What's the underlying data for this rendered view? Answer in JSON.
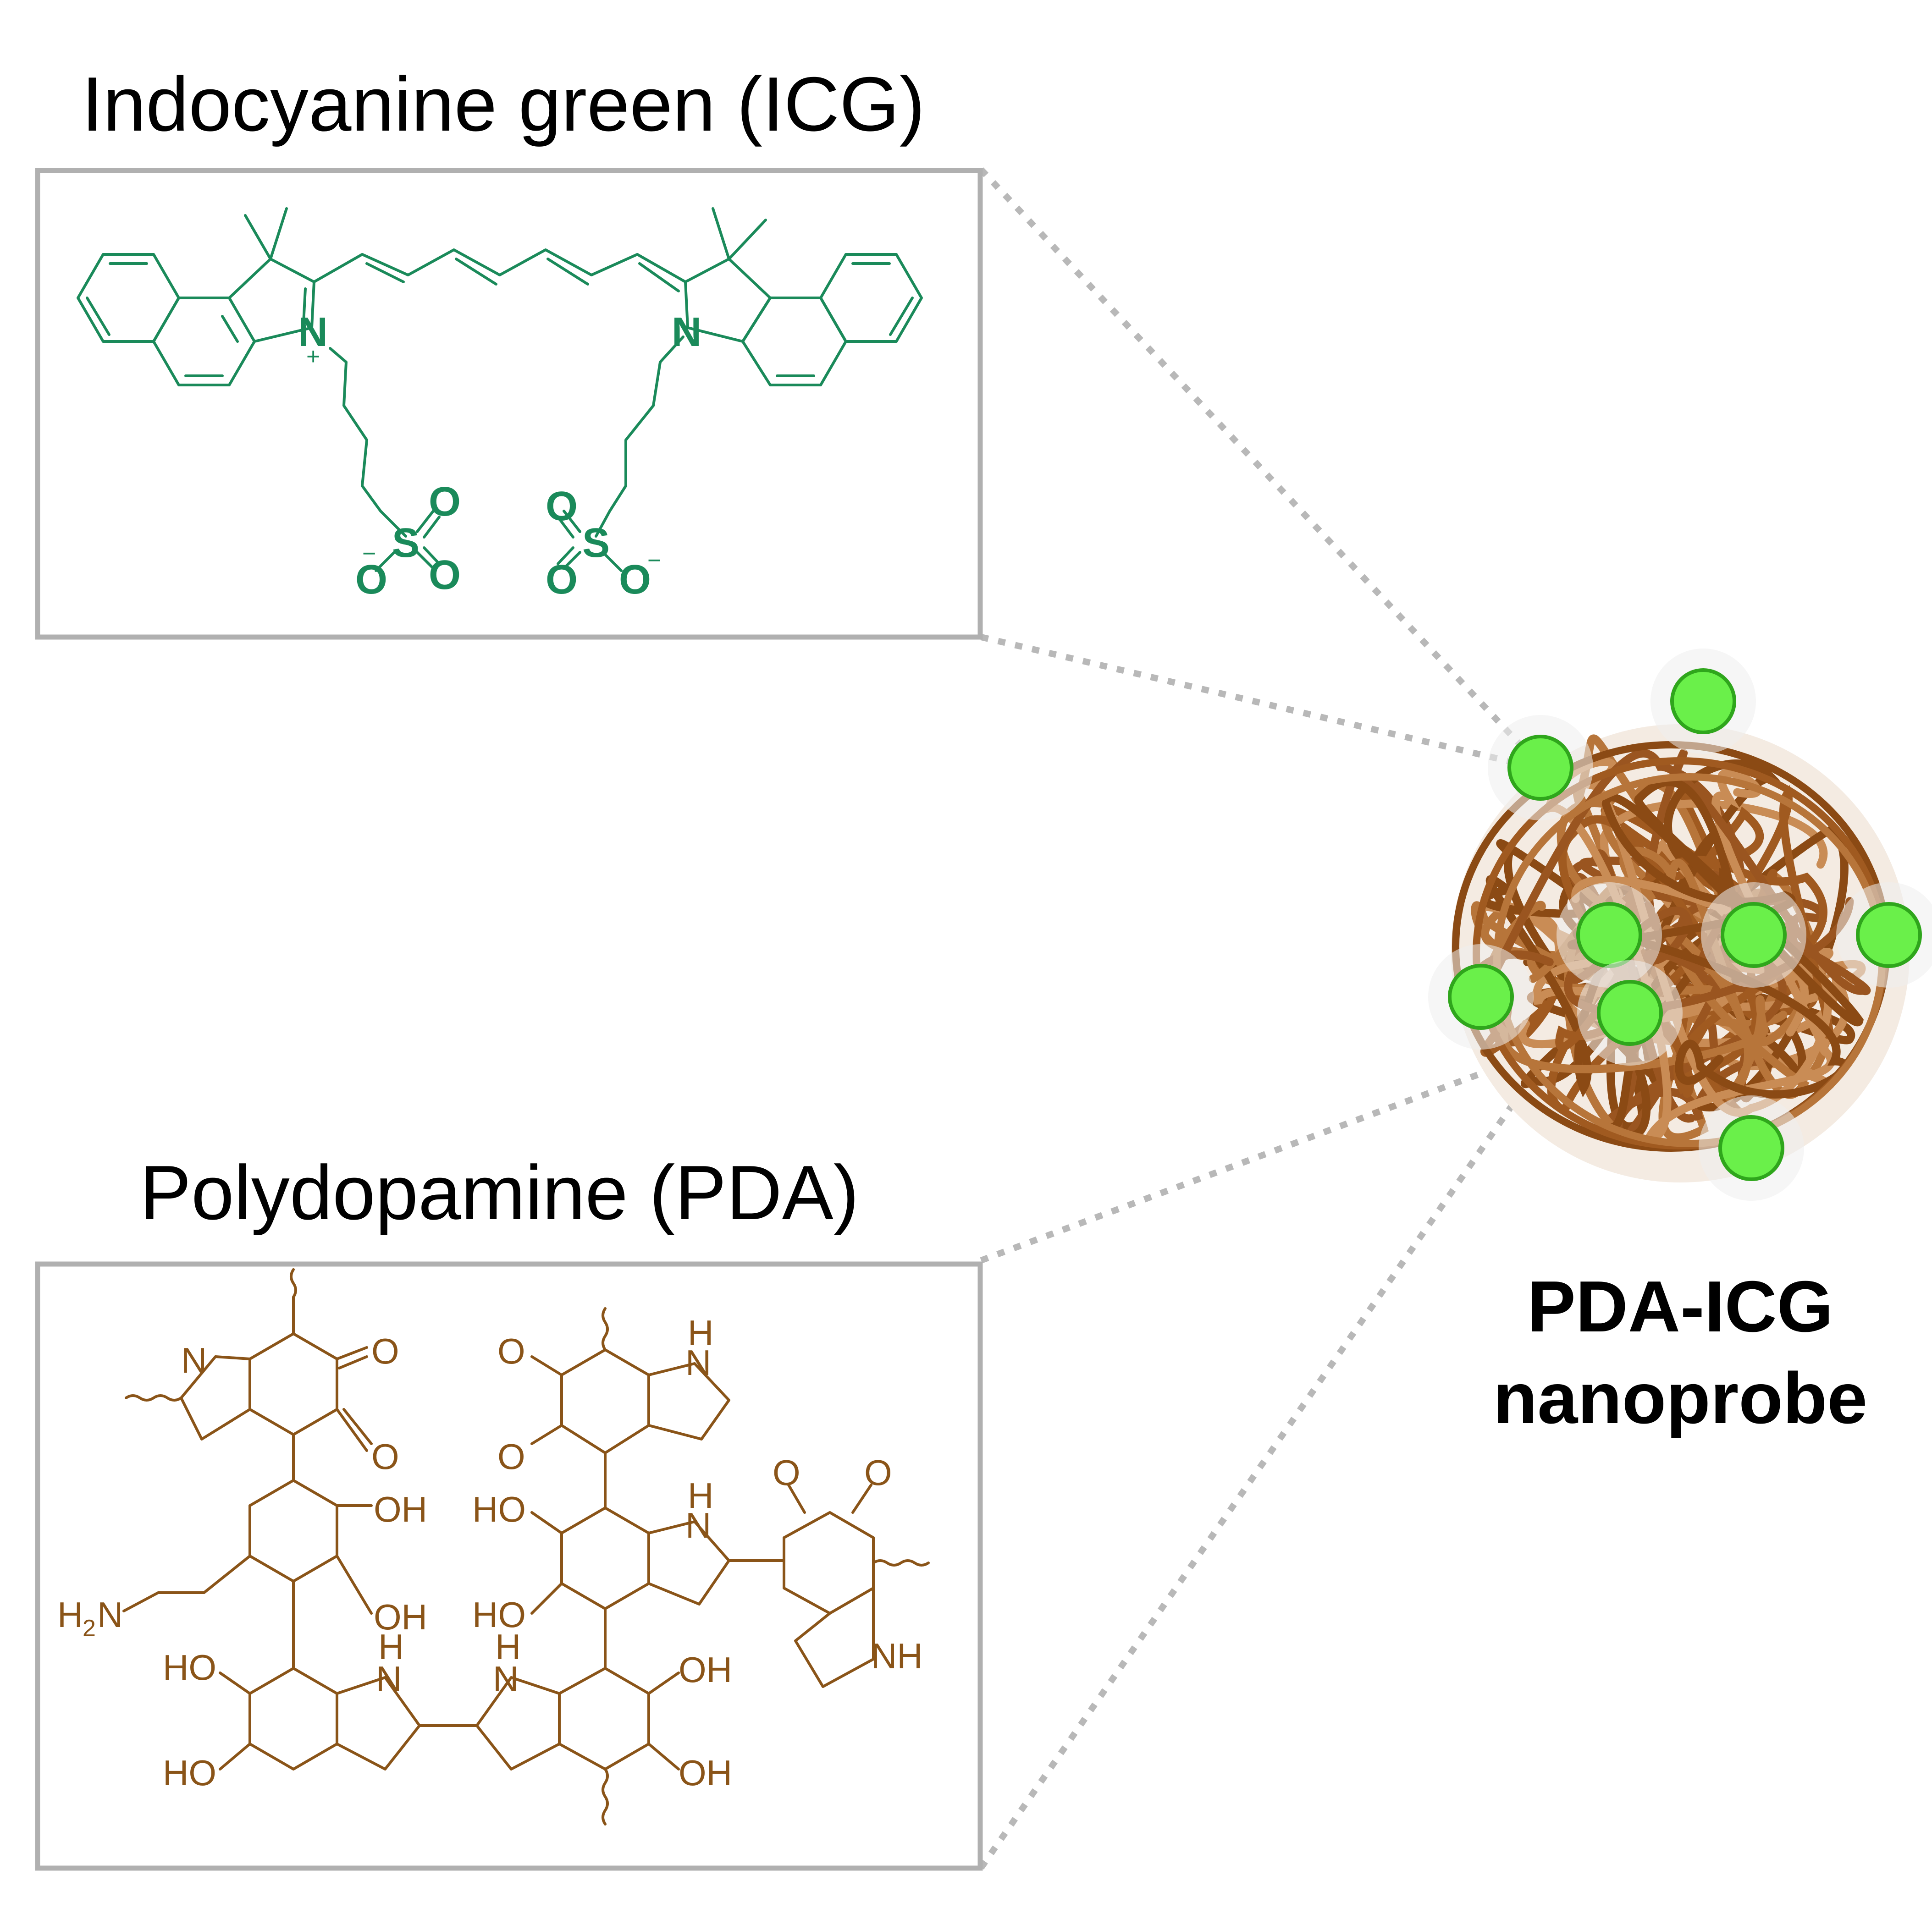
{
  "icg_panel": {
    "title": "Indocyanine green (ICG)",
    "color": "#1a8a5a",
    "atoms": {
      "n": "N",
      "s": "S",
      "o": "O",
      "plus": "+",
      "minus": "−"
    }
  },
  "pda_panel": {
    "title": "Polydopamine (PDA)",
    "color": "#8a5418",
    "atoms": {
      "n": "N",
      "h": "H",
      "nh": "NH",
      "o": "O",
      "oh": "OH",
      "ho": "HO",
      "h2n_h": "H",
      "h2n_2": "2",
      "h2n_n": "N"
    }
  },
  "nanoprobe": {
    "label_line1": "PDA-ICG",
    "label_line2": "nanoprobe",
    "particle_color": "#a05a20",
    "dye_color": "#6af04a",
    "dye_count": 8
  },
  "connector_color": "#b8b8b8",
  "frame_color": "#b0b0b0"
}
